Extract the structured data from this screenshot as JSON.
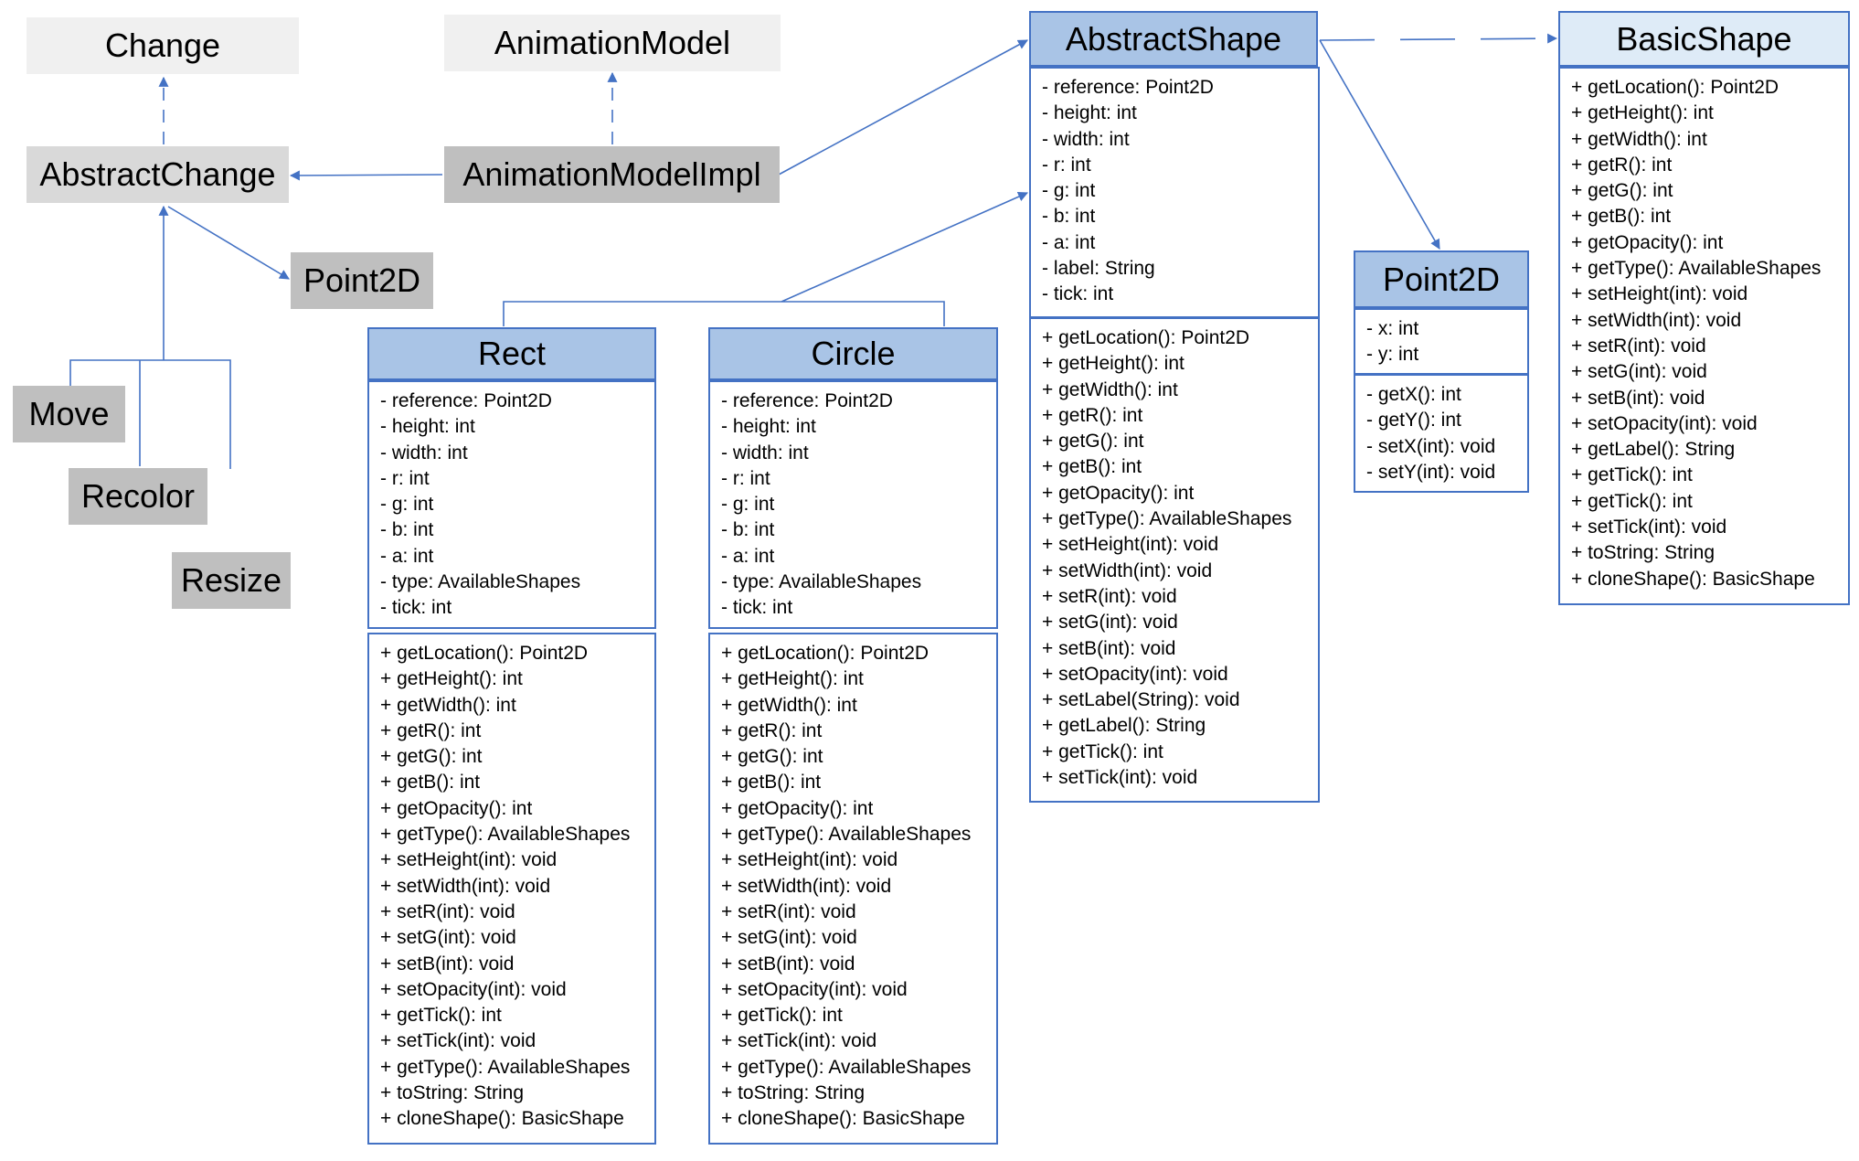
{
  "classes": {
    "change": {
      "title": "Change"
    },
    "animation_model": {
      "title": "AnimationModel"
    },
    "abstract_change": {
      "title": "AbstractChange"
    },
    "animation_model_impl": {
      "title": "AnimationModelImpl"
    },
    "point2d_small": {
      "title": "Point2D"
    },
    "move": {
      "title": "Move"
    },
    "recolor": {
      "title": "Recolor"
    },
    "resize": {
      "title": "Resize"
    },
    "abstract_shape": {
      "title": "AbstractShape",
      "attributes": [
        "- reference: Point2D",
        "- height: int",
        "- width: int",
        "- r: int",
        "- g: int",
        "- b: int",
        "- a: int",
        "- label: String",
        "- tick: int"
      ],
      "methods": [
        "+ getLocation(): Point2D",
        "+ getHeight(): int",
        "+ getWidth(): int",
        "+ getR(): int",
        "+ getG(): int",
        "+ getB(): int",
        "+ getOpacity(): int",
        "+ getType(): AvailableShapes",
        "+ setHeight(int): void",
        "+ setWidth(int): void",
        "+ setR(int): void",
        "+ setG(int): void",
        "+ setB(int): void",
        "+ setOpacity(int): void",
        "+ setLabel(String): void",
        "+ getLabel(): String",
        "+ getTick(): int",
        "+ setTick(int): void"
      ]
    },
    "basic_shape": {
      "title": "BasicShape",
      "methods": [
        "+ getLocation(): Point2D",
        "+ getHeight(): int",
        "+ getWidth(): int",
        "+ getR(): int",
        "+ getG(): int",
        "+ getB(): int",
        "+ getOpacity(): int",
        "+ getType(): AvailableShapes",
        "+ setHeight(int): void",
        "+ setWidth(int): void",
        "+ setR(int): void",
        "+ setG(int): void",
        "+ setB(int): void",
        "+ setOpacity(int): void",
        "+ getLabel(): String",
        "+ getTick(): int",
        "+ getTick(): int",
        "+ setTick(int): void",
        "+ toString: String",
        "+ cloneShape(): BasicShape"
      ]
    },
    "point2d": {
      "title": "Point2D",
      "attributes": [
        "- x: int",
        "- y: int"
      ],
      "methods": [
        "- getX(): int",
        "- getY(): int",
        "- setX(int): void",
        "- setY(int): void"
      ]
    },
    "rect": {
      "title": "Rect",
      "attributes": [
        "- reference: Point2D",
        "- height: int",
        "- width: int",
        "- r: int",
        "- g: int",
        "- b: int",
        "- a: int",
        "- type: AvailableShapes",
        "- tick: int"
      ],
      "methods": [
        "+ getLocation(): Point2D",
        "+ getHeight(): int",
        "+ getWidth(): int",
        "+ getR(): int",
        "+ getG(): int",
        "+ getB(): int",
        "+ getOpacity(): int",
        "+ getType(): AvailableShapes",
        "+ setHeight(int): void",
        "+ setWidth(int): void",
        "+ setR(int): void",
        "+ setG(int): void",
        "+ setB(int): void",
        "+ setOpacity(int): void",
        "+ getTick(): int",
        "+ setTick(int): void",
        "+ getType(): AvailableShapes",
        "+ toString: String",
        "+ cloneShape(): BasicShape"
      ]
    },
    "circle": {
      "title": "Circle",
      "attributes": [
        "- reference: Point2D",
        "- height: int",
        "- width: int",
        "- r: int",
        "- g: int",
        "- b: int",
        "- a: int",
        "- type: AvailableShapes",
        "- tick: int"
      ],
      "methods": [
        "+ getLocation(): Point2D",
        "+ getHeight(): int",
        "+ getWidth(): int",
        "+ getR(): int",
        "+ getG(): int",
        "+ getB(): int",
        "+ getOpacity(): int",
        "+ getType(): AvailableShapes",
        "+ setHeight(int): void",
        "+ setWidth(int): void",
        "+ setR(int): void",
        "+ setG(int): void",
        "+ setB(int): void",
        "+ setOpacity(int): void",
        "+ getTick(): int",
        "+ setTick(int): void",
        "+ getType(): AvailableShapes",
        "+ toString: String",
        "+ cloneShape(): BasicShape"
      ]
    }
  },
  "colors": {
    "line": "#4472c4",
    "header_blue": "#a9c4e6",
    "header_pale": "#deebf7",
    "box_light": "#f0f0f0",
    "box_mid": "#d9d9d9",
    "box_dark": "#bfbfbf"
  }
}
